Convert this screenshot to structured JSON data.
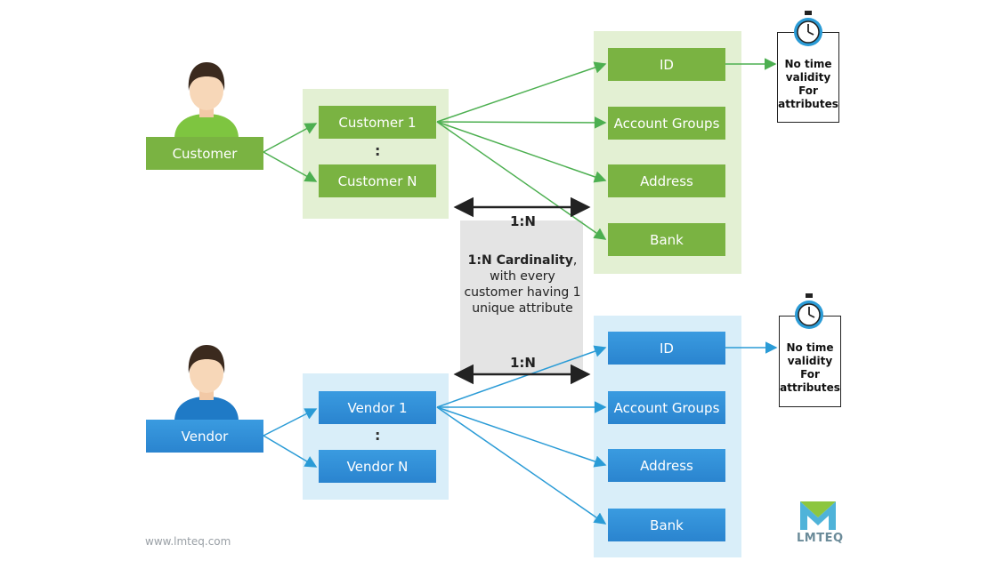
{
  "colors": {
    "green_fill": "#7ab342",
    "green_panel": "#e3f0d3",
    "blue_fill": "#2d8ed6",
    "blue_panel": "#d9eef9",
    "gray_card": "#e4e4e4",
    "arrow_green": "#4caf50",
    "arrow_blue": "#2a9bd6"
  },
  "customer": {
    "actor_label": "Customer",
    "entities": [
      "Customer 1",
      "Customer N"
    ],
    "separator": ":",
    "attributes": [
      "ID",
      "Account Groups",
      "Address",
      "Bank"
    ],
    "note_lines": [
      "No time",
      "validity",
      "For",
      "attributes"
    ]
  },
  "vendor": {
    "actor_label": "Vendor",
    "entities": [
      "Vendor 1",
      "Vendor N"
    ],
    "separator": ":",
    "attributes": [
      "ID",
      "Account Groups",
      "Address",
      "Bank"
    ],
    "note_lines": [
      "No time",
      "validity",
      "For",
      "attributes"
    ]
  },
  "relation": {
    "label_top": "1:N",
    "label_bottom": "1:N",
    "cardinality_bold": "1:N Cardinality",
    "cardinality_rest": ", with every customer having 1 unique attribute"
  },
  "icons": {
    "actor": "person-icon",
    "note": "stopwatch-icon",
    "logo": "lmteq-logo-icon"
  },
  "footer": {
    "website": "www.lmteq.com",
    "brand": "LMTEQ"
  }
}
